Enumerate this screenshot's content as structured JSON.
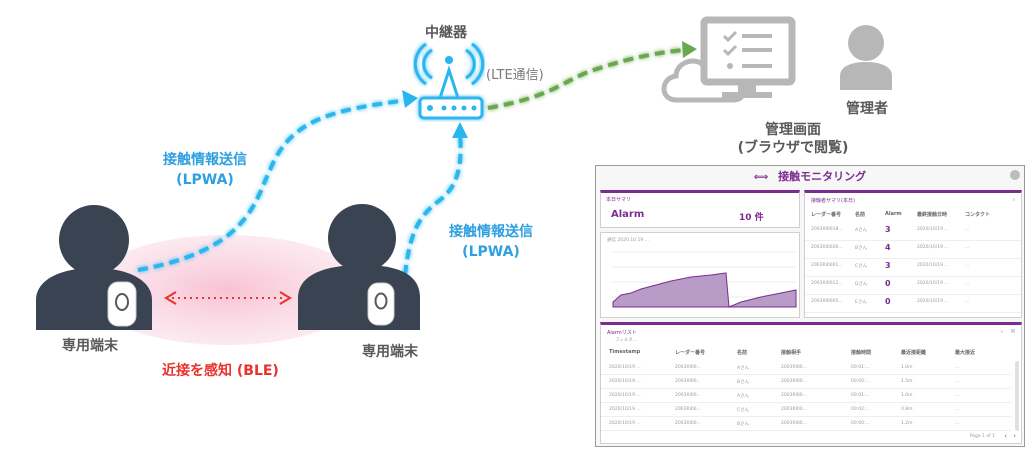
{
  "labels": {
    "relay": "中継器",
    "lte": "(LTE通信)",
    "admin": "管理者",
    "mgmt_screen": "管理画面",
    "browser_view": "(ブラウザで閲覧)",
    "send_left_1": "接触情報送信",
    "send_left_2": "(LPWA)",
    "send_right_1": "接触情報送信",
    "send_right_2": "(LPWA)",
    "terminal_left": "専用端末",
    "terminal_right": "専用端末",
    "ble": "近接を感知 (BLE)"
  },
  "colors": {
    "blue": "#29b6ee",
    "green": "#6aa84f",
    "accent_purple": "#7b2c8f",
    "person": "#3a4352",
    "ble_red": "#e8322c"
  },
  "monitor": {
    "title": "接触モニタリング",
    "summary": {
      "title": "本日サマリ",
      "alarm_label": "Alarm",
      "alarm_value": "10 件"
    },
    "chart_caption": "通信 2020.10.19 ...",
    "contact_summary": {
      "title": "接触者サマリ(本日)",
      "headers": [
        "レーダー番号",
        "名前",
        "Alarm",
        "最終接触日時",
        "コンタクト"
      ],
      "rows": [
        {
          "id": "2003RI0018...",
          "name": "Aさん",
          "count": "3",
          "date": "2020/10/19 ...",
          "extra": "..."
        },
        {
          "id": "2003RI0026...",
          "name": "Bさん",
          "count": "4",
          "date": "2020/10/19 ...",
          "extra": "..."
        },
        {
          "id": "2003RI0001...",
          "name": "Cさん",
          "count": "3",
          "date": "2020/10/19 ...",
          "extra": "..."
        },
        {
          "id": "2003RI0012...",
          "name": "Dさん",
          "count": "0",
          "date": "2020/10/19 ...",
          "extra": "..."
        },
        {
          "id": "2003RI0005...",
          "name": "Eさん",
          "count": "0",
          "date": "2020/10/19 ...",
          "extra": "..."
        }
      ]
    },
    "alarm_list": {
      "title": "Alarmリスト",
      "subtitle": "フィルタ...",
      "headers": [
        "Timestamp",
        "レーダー番号",
        "名前",
        "接触相手",
        "接触時間",
        "最近接距離",
        "最大接近"
      ],
      "rows": [
        [
          "2020/10/19 ...",
          "2003RI00...",
          "Aさん",
          "2003RI00...",
          "00:01:...",
          "1.0m",
          "..."
        ],
        [
          "2020/10/19 ...",
          "2003RI00...",
          "Bさん",
          "2003RI00...",
          "00:00:...",
          "1.5m",
          "..."
        ],
        [
          "2020/10/19 ...",
          "2003RI00...",
          "Aさん",
          "2003RI00...",
          "00:01:...",
          "1.0m",
          "..."
        ],
        [
          "2020/10/19 ...",
          "2003RI00...",
          "Cさん",
          "2003RI00...",
          "00:02:...",
          "0.8m",
          "..."
        ],
        [
          "2020/10/19 ...",
          "2003RI00...",
          "Bさん",
          "2003RI00...",
          "00:00:...",
          "1.2m",
          "..."
        ]
      ],
      "footer": "Page 1 of 1"
    }
  }
}
